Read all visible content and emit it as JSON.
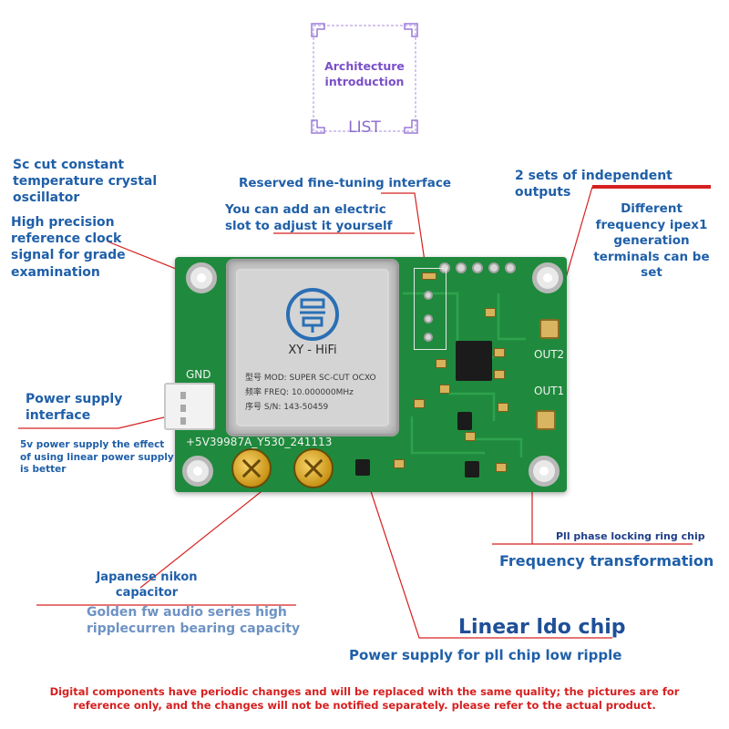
{
  "header": {
    "title_line1": "Architecture",
    "title_line2": "introduction",
    "list_label": "LIST"
  },
  "labels": {
    "sc_cut": "Sc cut constant temperature crystal oscillator",
    "reserved_tuning": "Reserved fine-tuning interface",
    "independent_outputs": "2 sets of independent outputs",
    "high_precision": "High precision reference clock signal for grade examination",
    "electric_slot": "You can add an electric slot to adjust it yourself",
    "ipex_terminals": "Different frequency ipex1 generation terminals can be set",
    "power_interface": "Power supply interface",
    "power_5v_note": "5v power supply the effect of using linear power supply is better",
    "pll_chip": "Pll phase locking ring chip",
    "frequency_transformation": "Frequency transformation",
    "nikon_capacitor": "Japanese nikon capacitor",
    "golden_fw": "Golden fw audio series high ripplecurren bearing capacity",
    "linear_ldo": "Linear ldo chip",
    "ldo_subtitle": "Power supply for pll chip low ripple",
    "disclaimer": "Digital components have periodic changes and will be replaced with the same quality; the pictures are for reference only, and the changes will not be notified separately. please refer to the actual product."
  },
  "board": {
    "gnd": "GND",
    "out2": "OUT2",
    "out1": "OUT1",
    "bottom_silk": "+5V39987A_Y530_241113"
  },
  "oscillator": {
    "logo_text": "XY - HiFi",
    "model_line": "型号 MOD:  SUPER SC-CUT OCXO",
    "freq_line": "频率 FREQ:  10.000000MHz",
    "sn_line": "序号 S/N:  143-50459"
  },
  "colors": {
    "label_blue": "#1f5fa8",
    "annotation_red": "#d62020",
    "header_purple": "#7a4fc9",
    "pcb_green": "#1f8a3d"
  }
}
